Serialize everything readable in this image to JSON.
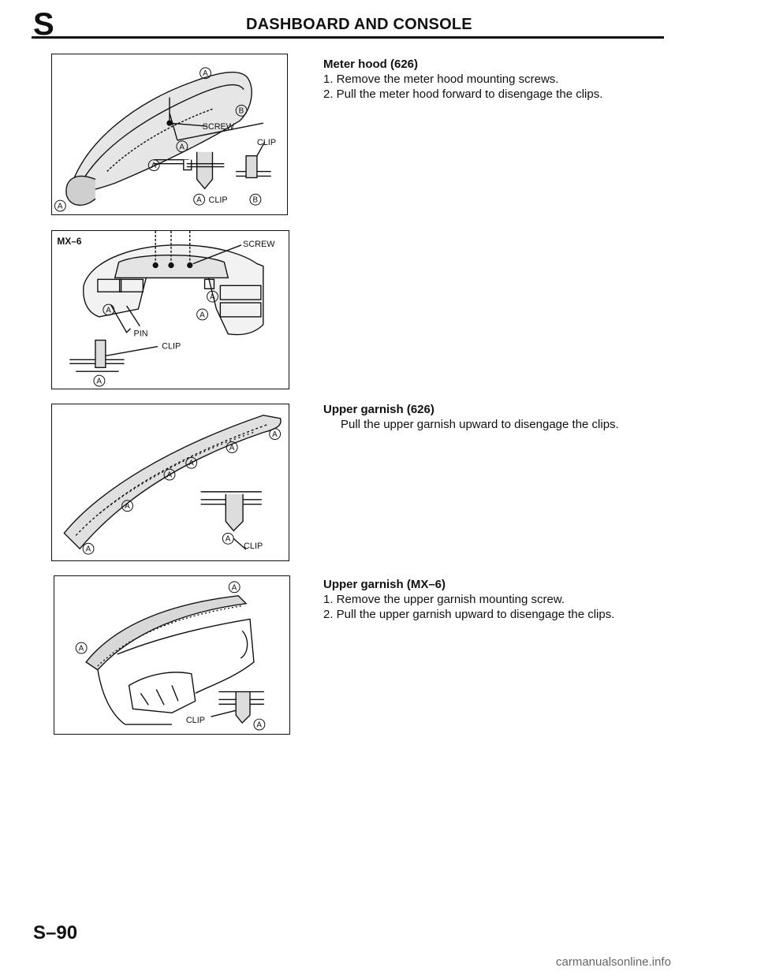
{
  "header": {
    "section_letter": "S",
    "title": "DASHBOARD AND CONSOLE"
  },
  "figures": {
    "fig1": {
      "labels": {
        "screw": "SCREW",
        "clip": "CLIP",
        "a": "A",
        "b": "B"
      }
    },
    "fig2": {
      "labels": {
        "model": "MX–6",
        "screw": "SCREW",
        "pin": "PIN",
        "clip": "CLIP",
        "a": "A"
      }
    },
    "fig3": {
      "labels": {
        "clip": "CLIP",
        "a": "A"
      }
    },
    "fig4": {
      "labels": {
        "clip": "CLIP",
        "a": "A"
      }
    }
  },
  "sections": [
    {
      "title": "Meter hood (626)",
      "steps": [
        "1. Remove the meter hood mounting screws.",
        "2. Pull the meter hood forward to disengage the clips."
      ]
    },
    {
      "title": "Upper garnish (626)",
      "text": "Pull the upper garnish upward to disengage the clips."
    },
    {
      "title": "Upper garnish (MX–6)",
      "steps": [
        "1. Remove the upper garnish mounting screw.",
        "2. Pull the upper garnish upward to disengage the clips."
      ]
    }
  ],
  "page_number": "S–90",
  "footer": "carmanualsonline.info"
}
